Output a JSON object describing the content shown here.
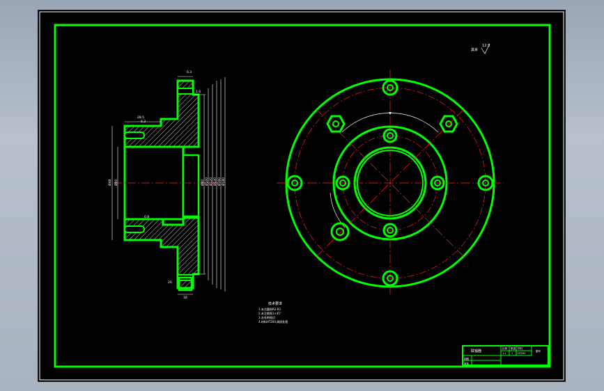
{
  "drawing": {
    "roughness_symbol": "12.5",
    "roughness_prefix": "其余",
    "section_dimensions": {
      "top_roughness": "6.3",
      "flange_roughness": "1.6",
      "hub_width": "28.5",
      "hub_roughness": "6.3",
      "bore_roughness": "0.8",
      "bore_diameter": "Ø48",
      "left_hub_dim": "Ø60",
      "right_dims": [
        "Ø80",
        "Ø100",
        "Ø120",
        "Ø140",
        "Ø160",
        "Ø180"
      ],
      "bottom_width": "18",
      "bottom_dim": "20"
    },
    "tech_requirements": {
      "title": "技术要求",
      "lines": [
        "1.未注圆角R2-R3",
        "2.未注倒角1×45°",
        "3.去毛刺锐边",
        "4.材料HT200,调质处理"
      ]
    },
    "title_block": {
      "part_name": "联轴器",
      "cells": [
        "比例",
        "数量",
        "材料",
        "图号"
      ],
      "values": [
        "1:1",
        "1",
        "HT200",
        "01"
      ],
      "drawn_by": "制图",
      "checked_by": "审核"
    }
  },
  "colors": {
    "outline": "#00ff00",
    "centerline": "#ff2020",
    "dimension": "#ffffff",
    "background": "#000000"
  }
}
